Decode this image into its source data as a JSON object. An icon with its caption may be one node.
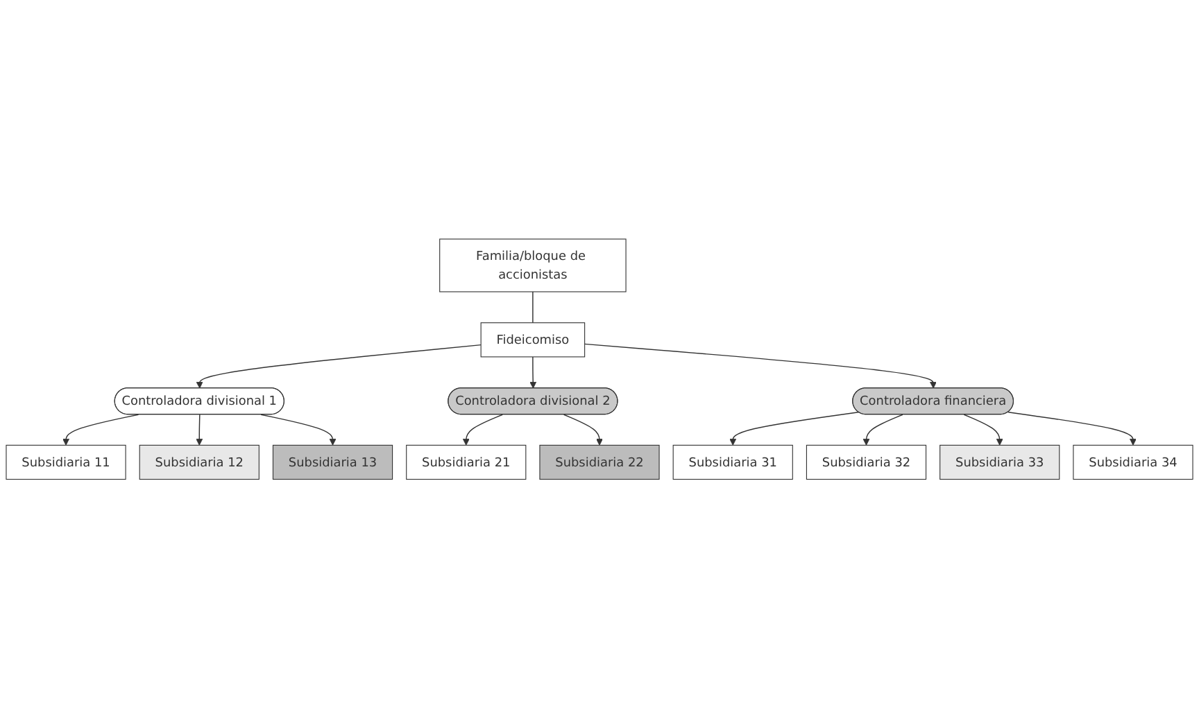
{
  "diagram": {
    "nodes": [
      {
        "text": [
          "Familia/bloque de accionistas"
        ]
      },
      {
        "text": [
          "Fideicomiso"
        ]
      },
      {
        "text": [
          "Controladora divisional 1"
        ]
      },
      {
        "text": [
          "Controladora divisional 2"
        ]
      },
      {
        "text": [
          "Controladora financiera"
        ]
      },
      {
        "text": [
          "Subsidiaria 11"
        ]
      },
      {
        "text": [
          "Subsidiaria 12"
        ]
      },
      {
        "text": [
          "Subsidiaria 13"
        ]
      },
      {
        "text": [
          "Subsidiaria 21"
        ]
      },
      {
        "text": [
          "Subsidiaria 22"
        ]
      },
      {
        "text": [
          "Subsidiaria 31"
        ]
      },
      {
        "text": [
          "Subsidiaria 32"
        ]
      },
      {
        "text": [
          "Subsidiaria 33"
        ]
      },
      {
        "text": [
          "Subsidiaria 34"
        ]
      }
    ],
    "edges": [
      {
        "from": 0,
        "to": 1,
        "arrow": "none"
      },
      {
        "from": 1,
        "to": 2,
        "arrow": "to"
      },
      {
        "from": 1,
        "to": 3,
        "arrow": "to"
      },
      {
        "from": 1,
        "to": 4,
        "arrow": "to"
      },
      {
        "from": 2,
        "to": 5,
        "arrow": "to"
      },
      {
        "from": 2,
        "to": 6,
        "arrow": "to"
      },
      {
        "from": 2,
        "to": 7,
        "arrow": "to"
      },
      {
        "from": 3,
        "to": 8,
        "arrow": "to"
      },
      {
        "from": 3,
        "to": 9,
        "arrow": "to"
      },
      {
        "from": 4,
        "to": 10,
        "arrow": "to"
      },
      {
        "from": 4,
        "to": 11,
        "arrow": "to"
      },
      {
        "from": 4,
        "to": 12,
        "arrow": "to"
      },
      {
        "from": 4,
        "to": 13,
        "arrow": "to"
      }
    ]
  }
}
